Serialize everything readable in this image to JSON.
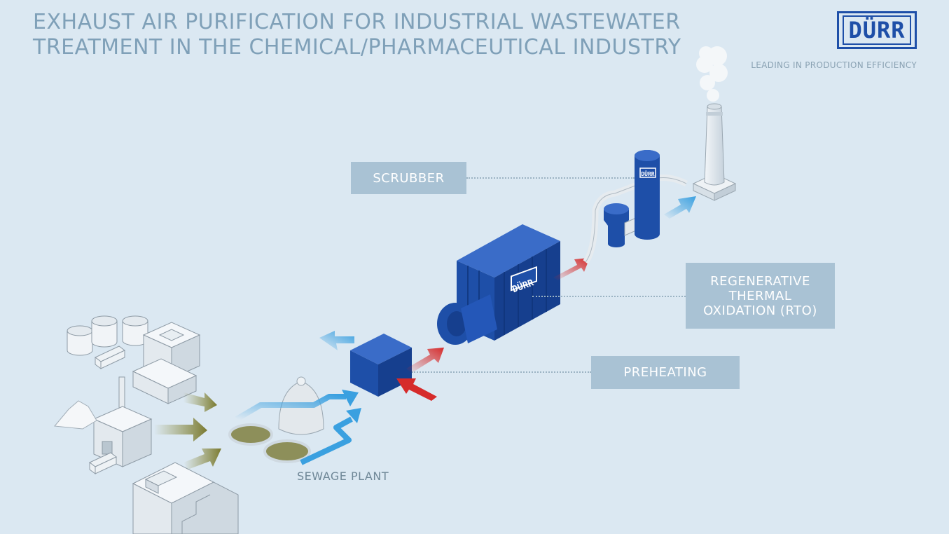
{
  "title_line1": "EXHAUST AIR PURIFICATION FOR INDUSTRIAL WASTEWATER",
  "title_line2": "TREATMENT IN THE CHEMICAL/PHARMACEUTICAL INDUSTRY",
  "logo_text": "DÜRR",
  "tagline": "LEADING IN PRODUCTION EFFICIENCY",
  "equipment_brand": "DÜRR",
  "labels": {
    "scrubber": "SCRUBBER",
    "rto_line1": "REGENERATIVE",
    "rto_line2": "THERMAL",
    "rto_line3": "OXIDATION (RTO)",
    "preheating": "PREHEATING",
    "sewage_plant": "SEWAGE PLANT"
  },
  "colors": {
    "background": "#dbe8f2",
    "brand_blue": "#1e4fa8",
    "title": "#7fa0b8",
    "label_box": "#a9c2d4",
    "hot_arrow": "#d62b2b",
    "clean_arrow": "#3aa0e0",
    "waste_arrow": "#8c8c3c"
  }
}
